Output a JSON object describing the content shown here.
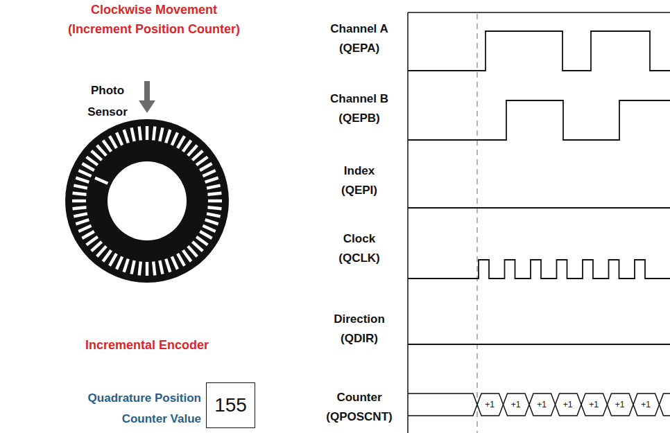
{
  "diagram": {
    "nodes": [
      {
        "text": [
          "155"
        ]
      }
    ],
    "labels": [
      "Clockwise Movement (Increment Position Counter)",
      "Photo Sensor",
      "Incremental Encoder",
      "Quadrature Position Counter Value",
      "Channel A (QEPA)",
      "Channel B (QEPB)",
      "Index (QEPI)",
      "Clock (QCLK)",
      "Direction (QDIR)",
      "Counter (QPOSCNT)",
      "+1",
      "+1",
      "+1",
      "+1",
      "+1",
      "+1",
      "+1"
    ]
  }
}
